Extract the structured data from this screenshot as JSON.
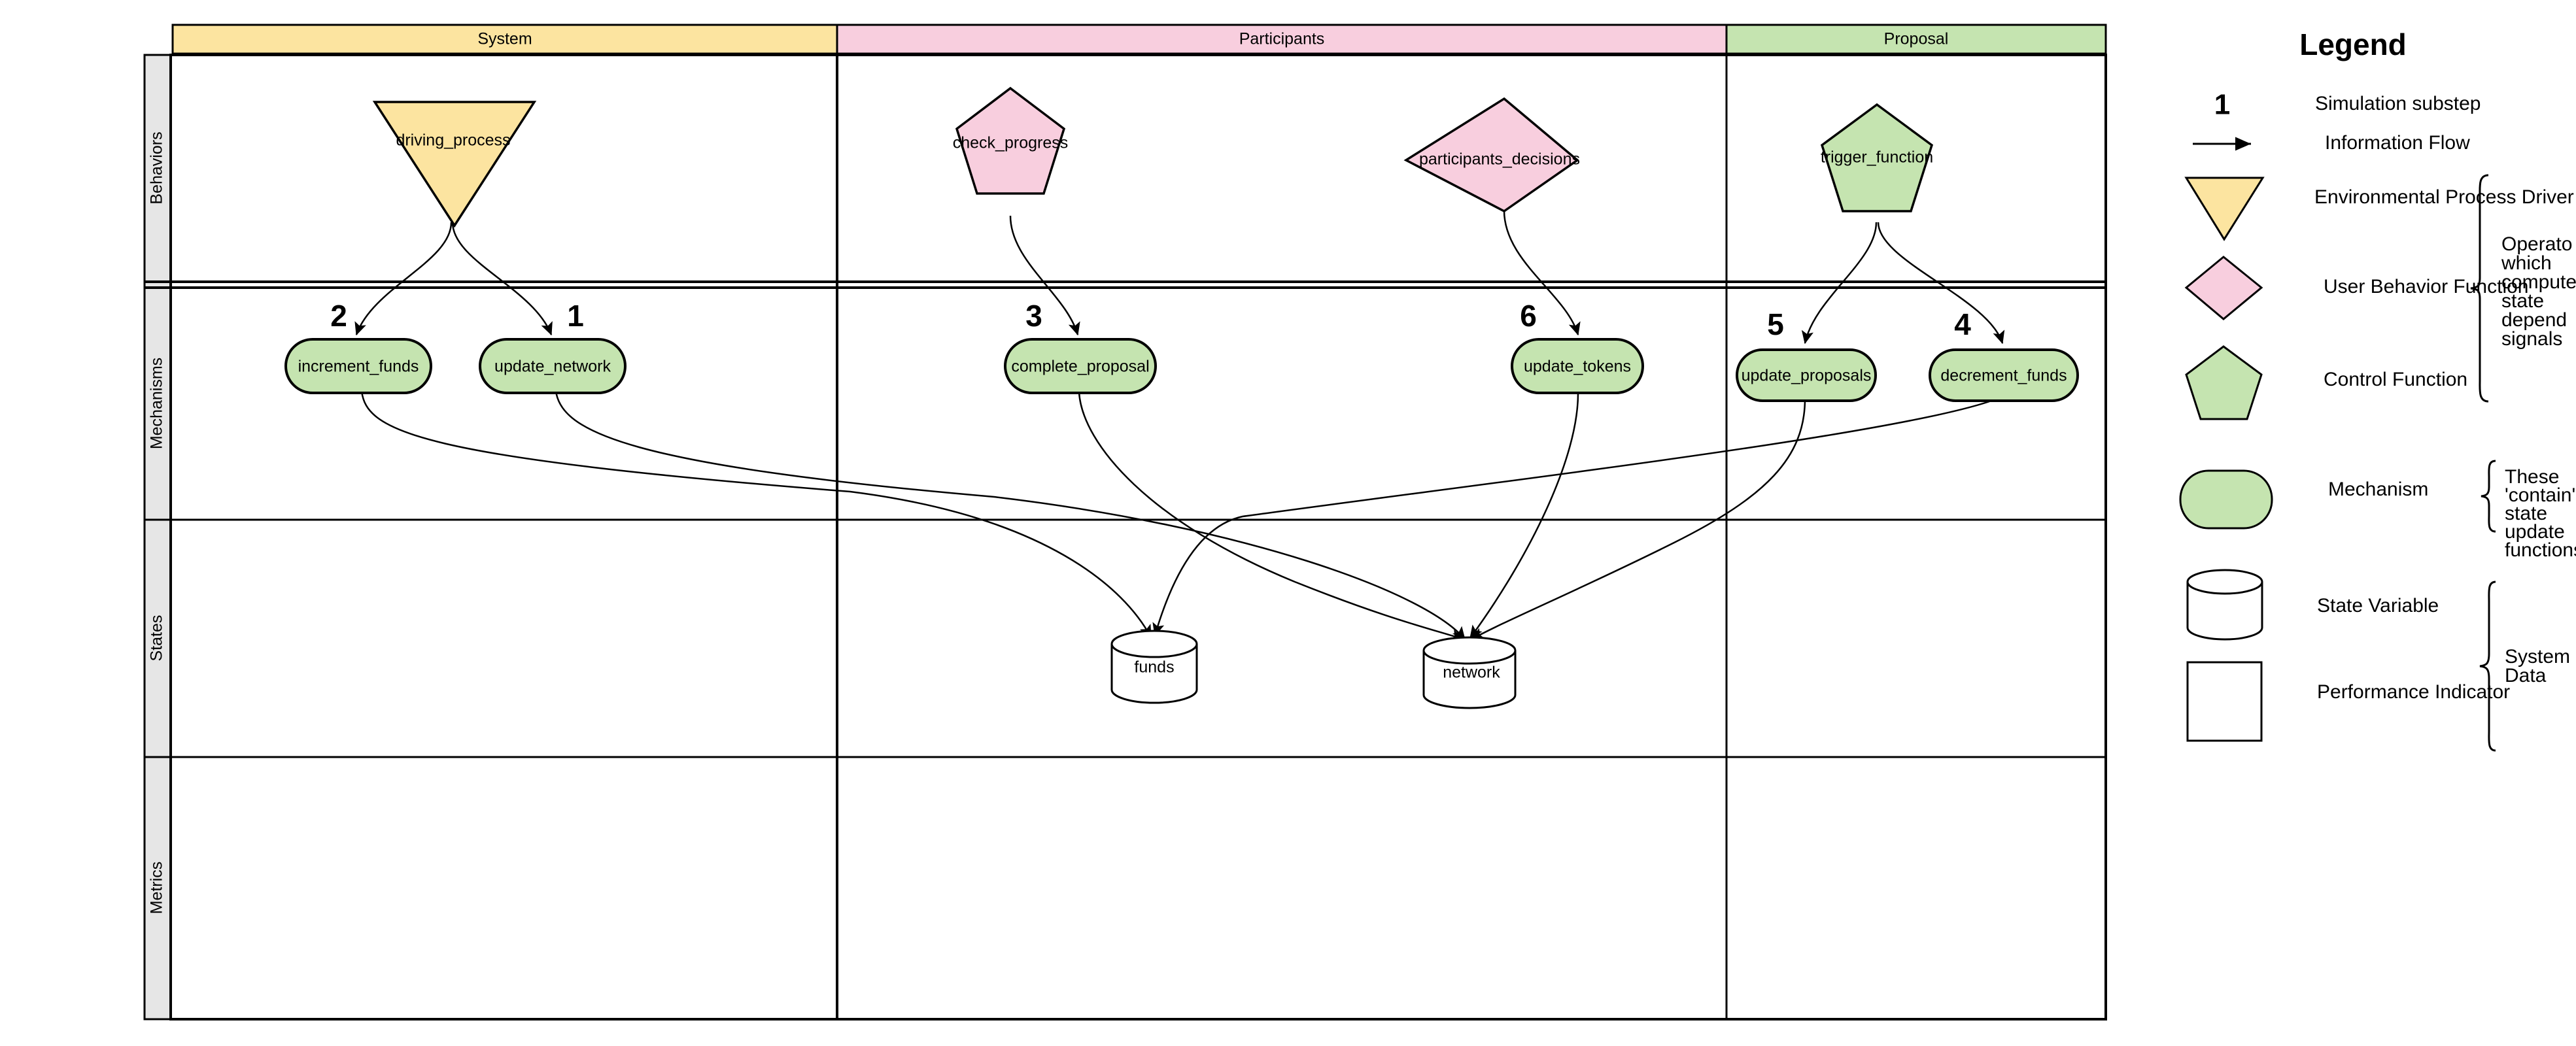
{
  "grid": {
    "columns": [
      {
        "key": "system",
        "label": "System",
        "color": "#fce4a0"
      },
      {
        "key": "participants",
        "label": "Participants",
        "color": "#f8cede"
      },
      {
        "key": "proposal",
        "label": "Proposal",
        "color": "#c5e4b0"
      }
    ],
    "rows": [
      {
        "key": "behaviors",
        "label": "Behaviors"
      },
      {
        "key": "mechanisms",
        "label": "Mechanisms"
      },
      {
        "key": "states",
        "label": "States"
      },
      {
        "key": "metrics",
        "label": "Metrics"
      }
    ],
    "row_label_bg": "#e6e6e6"
  },
  "nodes": {
    "behaviors": [
      {
        "id": "driving_process",
        "label": "driving_process",
        "shape": "triangle-down",
        "fill": "#fce4a0",
        "column": "system"
      },
      {
        "id": "check_progress",
        "label": "check_progress",
        "shape": "pentagon",
        "fill": "#f8cede",
        "column": "participants"
      },
      {
        "id": "participants_decisions",
        "label": "participants_decisions",
        "shape": "diamond",
        "fill": "#f8cede",
        "column": "participants"
      },
      {
        "id": "trigger_function",
        "label": "trigger_function",
        "shape": "pentagon",
        "fill": "#c5e4b0",
        "column": "proposal"
      }
    ],
    "mechanisms": [
      {
        "id": "increment_funds",
        "label": "increment_funds",
        "substep": "2",
        "shape": "mechanism",
        "fill": "#c5e4b0",
        "column": "system"
      },
      {
        "id": "update_network",
        "label": "update_network",
        "substep": "1",
        "shape": "mechanism",
        "fill": "#c5e4b0",
        "column": "system"
      },
      {
        "id": "complete_proposal",
        "label": "complete_proposal",
        "substep": "3",
        "shape": "mechanism",
        "fill": "#c5e4b0",
        "column": "participants"
      },
      {
        "id": "update_tokens",
        "label": "update_tokens",
        "substep": "6",
        "shape": "mechanism",
        "fill": "#c5e4b0",
        "column": "participants"
      },
      {
        "id": "update_proposals",
        "label": "update_proposals",
        "substep": "5",
        "shape": "mechanism",
        "fill": "#c5e4b0",
        "column": "proposal"
      },
      {
        "id": "decrement_funds",
        "label": "decrement_funds",
        "substep": "4",
        "shape": "mechanism",
        "fill": "#c5e4b0",
        "column": "proposal"
      }
    ],
    "states": [
      {
        "id": "funds",
        "label": "funds",
        "shape": "cylinder",
        "fill": "#ffffff",
        "column": "participants"
      },
      {
        "id": "network",
        "label": "network",
        "shape": "cylinder",
        "fill": "#ffffff",
        "column": "participants"
      }
    ],
    "metrics": []
  },
  "legend": {
    "title": "Legend",
    "items": [
      {
        "key": "substep",
        "glyph": "1",
        "glyph_type": "number",
        "label": "Simulation substep"
      },
      {
        "key": "flow",
        "glyph_type": "arrow",
        "label": "Information Flow"
      },
      {
        "key": "env_driver",
        "glyph_type": "triangle-down",
        "fill": "#fce4a0",
        "label": "Environmental Process Driver"
      },
      {
        "key": "user_behavior",
        "glyph_type": "diamond",
        "fill": "#f8cede",
        "label": "User Behavior Function"
      },
      {
        "key": "control_fn",
        "glyph_type": "pentagon",
        "fill": "#c5e4b0",
        "label": "Control Function"
      },
      {
        "key": "mechanism",
        "glyph_type": "mechanism",
        "fill": "#c5e4b0",
        "label": "Mechanism"
      },
      {
        "key": "state_var",
        "glyph_type": "cylinder",
        "fill": "#ffffff",
        "label": "State Variable"
      },
      {
        "key": "perf_indicator",
        "glyph_type": "rectangle",
        "fill": "#ffffff",
        "label": "Performance Indicator"
      }
    ],
    "braces": [
      {
        "key": "operators",
        "lines": [
          "Operato",
          "which",
          "compute",
          "state",
          "depend",
          "signals"
        ]
      },
      {
        "key": "state_update",
        "lines": [
          "These",
          "'contain'",
          "state",
          "update",
          "functions"
        ]
      },
      {
        "key": "system_data",
        "lines": [
          "System",
          "Data"
        ]
      }
    ]
  }
}
